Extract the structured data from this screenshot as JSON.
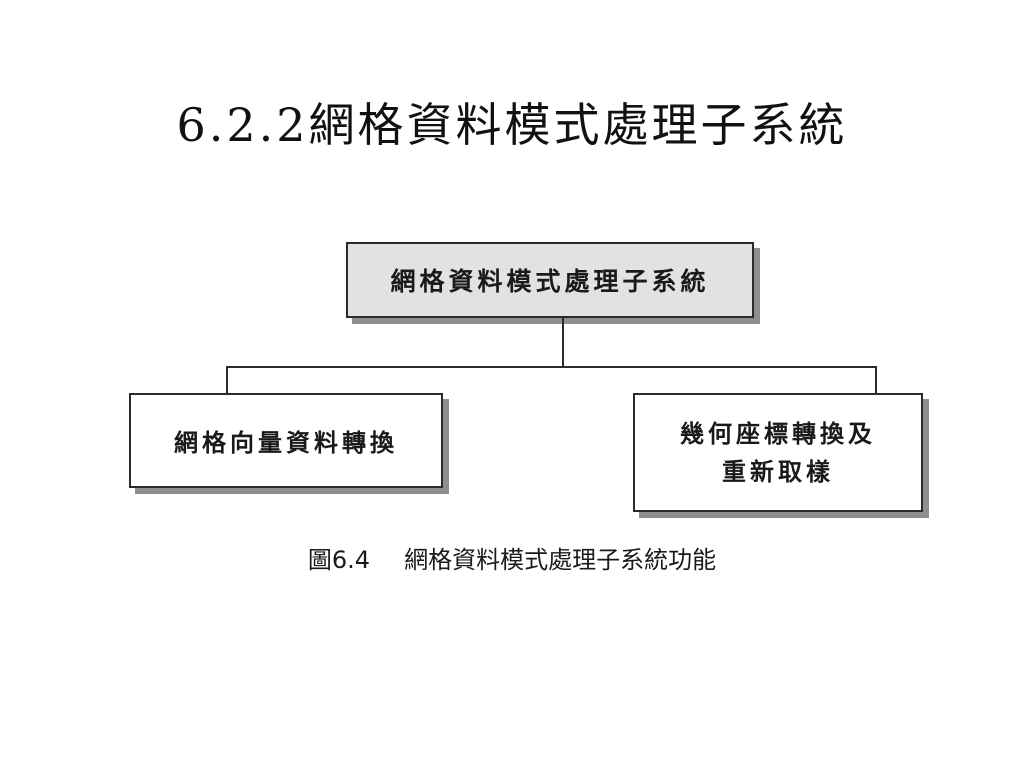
{
  "title": "6.2.2網格資料模式處理子系統",
  "diagram": {
    "root": {
      "label": "網格資料模式處理子系統"
    },
    "children": [
      {
        "label": "網格向量資料轉換"
      },
      {
        "line1": "幾何座標轉換及",
        "line2": "重新取樣"
      }
    ]
  },
  "caption": {
    "label": "圖6.4",
    "text": "網格資料模式處理子系統功能"
  }
}
